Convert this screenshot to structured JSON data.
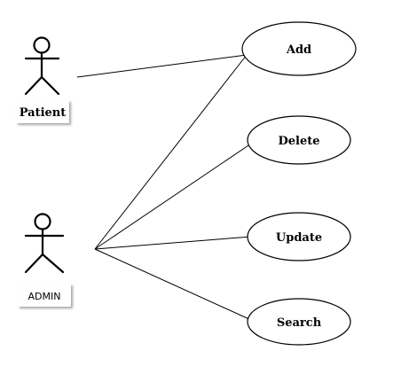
{
  "actors": {
    "patient": {
      "label": "Patient"
    },
    "admin": {
      "label": "ADMIN"
    }
  },
  "use_cases": {
    "add": {
      "label": "Add"
    },
    "delete": {
      "label": "Delete"
    },
    "update": {
      "label": "Update"
    },
    "search": {
      "label": "Search"
    }
  }
}
